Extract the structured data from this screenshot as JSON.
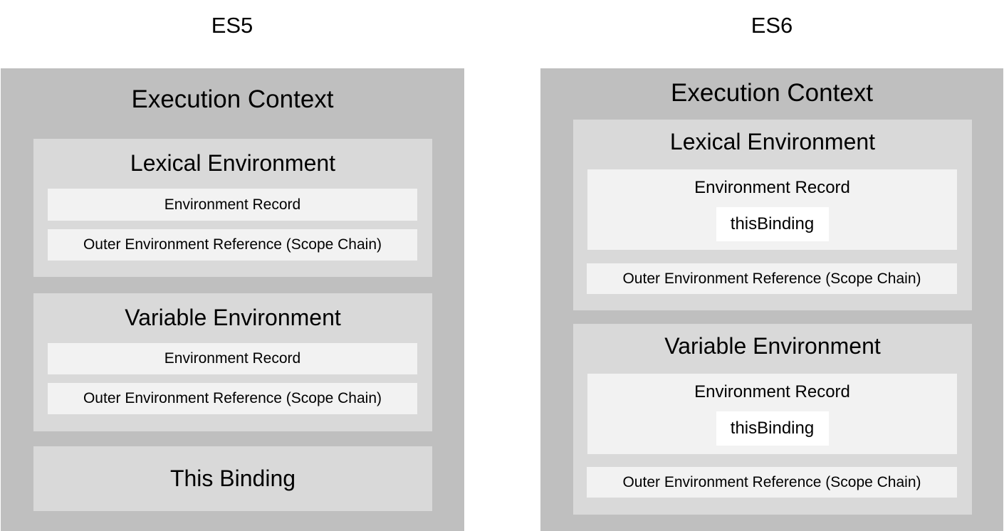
{
  "colors": {
    "outer": "#bfbfbf",
    "mid": "#d9d9d9",
    "inner": "#f2f2f2",
    "binding_box": "#ffffff"
  },
  "es5": {
    "title": "ES5",
    "context_title": "Execution Context",
    "lexical": {
      "title": "Lexical Environment",
      "record": "Environment Record",
      "outer_ref": "Outer Environment Reference (Scope Chain)"
    },
    "variable": {
      "title": "Variable Environment",
      "record": "Environment Record",
      "outer_ref": "Outer Environment Reference (Scope Chain)"
    },
    "this_binding": "This Binding"
  },
  "es6": {
    "title": "ES6",
    "context_title": "Execution Context",
    "lexical": {
      "title": "Lexical Environment",
      "record": "Environment Record",
      "binding": "thisBinding",
      "outer_ref": "Outer Environment Reference (Scope Chain)"
    },
    "variable": {
      "title": "Variable Environment",
      "record": "Environment Record",
      "binding": "thisBinding",
      "outer_ref": "Outer Environment Reference (Scope Chain)"
    }
  }
}
